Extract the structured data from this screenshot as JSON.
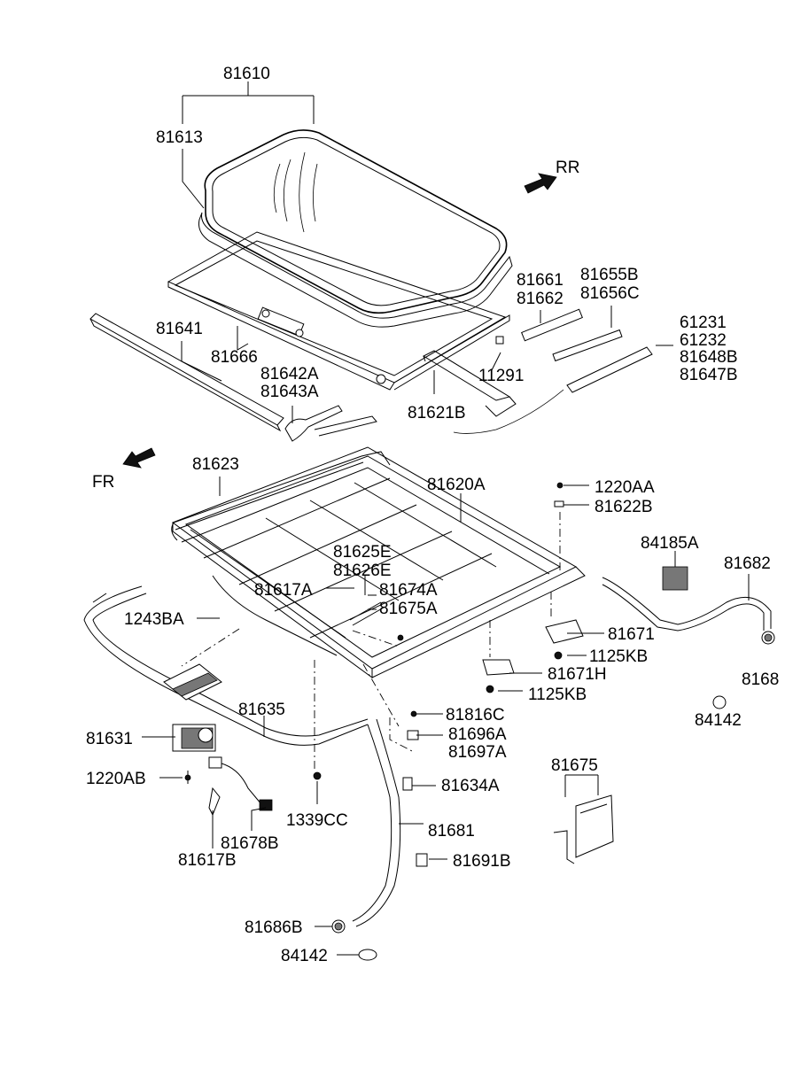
{
  "diagram": {
    "labels": {
      "p81610": "81610",
      "p81613": "81613",
      "rr": "RR",
      "fr": "FR",
      "p81661": "81661",
      "p81662": "81662",
      "p81655b": "81655B",
      "p81656c": "81656C",
      "p61231": "61231",
      "p61232": "61232",
      "p81648b": "81648B",
      "p81647b": "81647B",
      "p81641": "81641",
      "p81666": "81666",
      "p81642a": "81642A",
      "p81643a": "81643A",
      "p11291": "11291",
      "p81621b": "81621B",
      "p81623": "81623",
      "p81620a": "81620A",
      "p1220aa": "1220AA",
      "p81622b": "81622B",
      "p84185a": "84185A",
      "p81682": "81682",
      "p81625e": "81625E",
      "p81626e": "81626E",
      "p81617a": "81617A",
      "p81674a": "81674A",
      "p81675a": "81675A",
      "p1243ba": "1243BA",
      "p81671": "81671",
      "p1125kb_1": "1125KB",
      "p81671h": "81671H",
      "p1125kb_2": "1125KB",
      "p81686_cut": "8168",
      "p84142_r": "84142",
      "p81635": "81635",
      "p81816c": "81816C",
      "p81631": "81631",
      "p81696a": "81696A",
      "p81697a": "81697A",
      "p1220ab": "1220AB",
      "p81675": "81675",
      "p81634a": "81634A",
      "p1339cc": "1339CC",
      "p81681": "81681",
      "p81678b": "81678B",
      "p81617b": "81617B",
      "p81691b": "81691B",
      "p81686b": "81686B",
      "p84142_b": "84142"
    }
  }
}
